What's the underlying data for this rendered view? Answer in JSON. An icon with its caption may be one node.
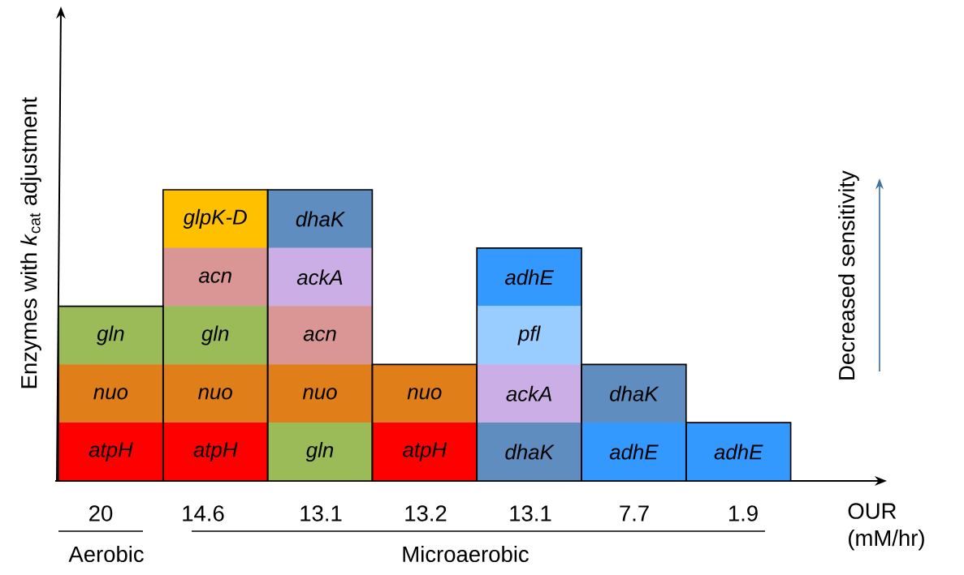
{
  "diagram": {
    "nodes": [
      {
        "text": [
          "glpK-D"
        ]
      },
      {
        "text": [
          "dhaK"
        ]
      },
      {
        "text": [
          "acn"
        ]
      },
      {
        "text": [
          "ackA"
        ]
      },
      {
        "text": [
          "adhE"
        ]
      },
      {
        "text": [
          "gln"
        ]
      },
      {
        "text": [
          "gln"
        ]
      },
      {
        "text": [
          "acn"
        ]
      },
      {
        "text": [
          "pfl"
        ]
      },
      {
        "text": [
          "nuo"
        ]
      },
      {
        "text": [
          "nuo"
        ]
      },
      {
        "text": [
          "nuo"
        ]
      },
      {
        "text": [
          "nuo"
        ]
      },
      {
        "text": [
          "ackA"
        ]
      },
      {
        "text": [
          "dhaK"
        ]
      },
      {
        "text": [
          "atpH"
        ]
      },
      {
        "text": [
          "atpH"
        ]
      },
      {
        "text": [
          "gln"
        ]
      },
      {
        "text": [
          "atpH"
        ]
      },
      {
        "text": [
          "dhaK"
        ]
      },
      {
        "text": [
          "adhE"
        ]
      },
      {
        "text": [
          "adhE"
        ]
      }
    ],
    "labels": [
      "Enzymes with *k*$_{cat}$ adjustment",
      "Decreased sensitivity",
      "20",
      "14.6",
      "13.1",
      "13.2",
      "13.1",
      "7.7",
      "1.9",
      "OUR (mM/hr)",
      "Aerobic",
      "Microaerobic"
    ]
  }
}
